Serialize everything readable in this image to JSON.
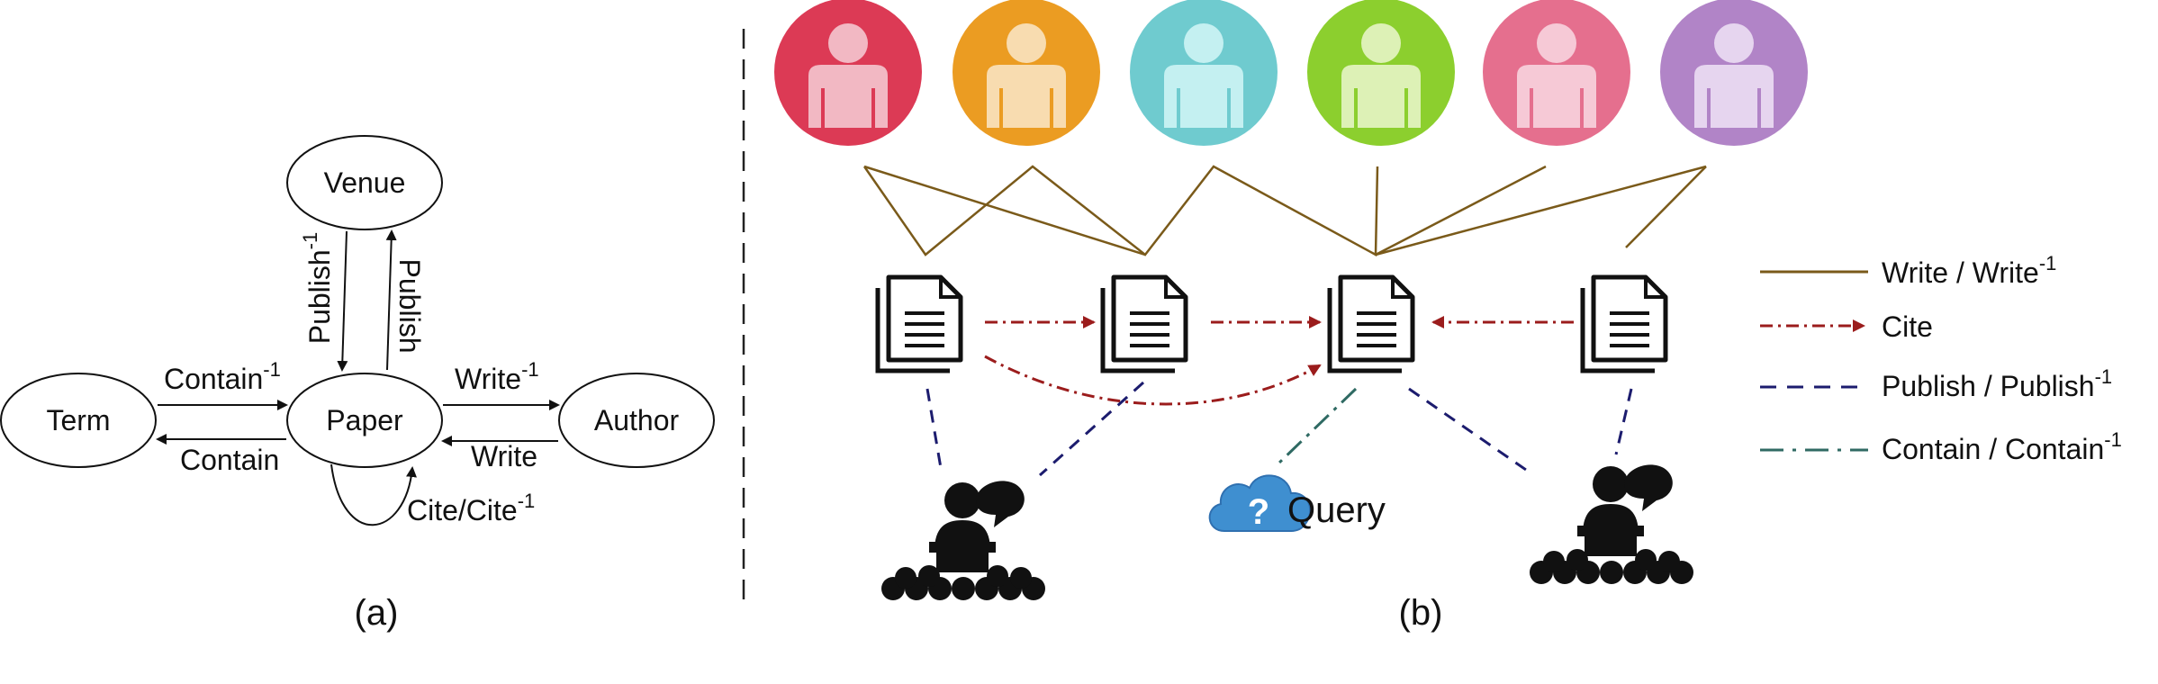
{
  "panel_a": {
    "caption": "(a)",
    "nodes": {
      "venue": "Venue",
      "term": "Term",
      "paper": "Paper",
      "author": "Author"
    },
    "edges": {
      "publish_inv": "Publish",
      "publish_inv_sup": "-1",
      "publish": "Publish",
      "contain_inv": "Contain",
      "contain_inv_sup": "-1",
      "contain": "Contain",
      "write_inv": "Write",
      "write_inv_sup": "-1",
      "write": "Write",
      "cite": "Cite/Cite",
      "cite_sup": "-1"
    }
  },
  "panel_b": {
    "caption": "(b)",
    "authors": [
      {
        "color": "#dc3a55",
        "fg": "#f2b8c3"
      },
      {
        "color": "#eb9c22",
        "fg": "#f8dcb0"
      },
      {
        "color": "#6fcbcf",
        "fg": "#c4f0f1"
      },
      {
        "color": "#8ccf2e",
        "fg": "#ddf1b6"
      },
      {
        "color": "#e56f8e",
        "fg": "#f6c9d6"
      },
      {
        "color": "#b184c7",
        "fg": "#e6d5ef"
      }
    ],
    "query_label": "Query",
    "legend": {
      "write": "Write / Write",
      "write_sup": "-1",
      "cite": "Cite",
      "publish": "Publish / Publish",
      "publish_sup": "-1",
      "contain": "Contain / Contain",
      "contain_sup": "-1"
    },
    "colors": {
      "write": "#7a5a1a",
      "cite": "#9b1c1c",
      "publish": "#1c1c6e",
      "contain": "#2f6a63"
    }
  }
}
